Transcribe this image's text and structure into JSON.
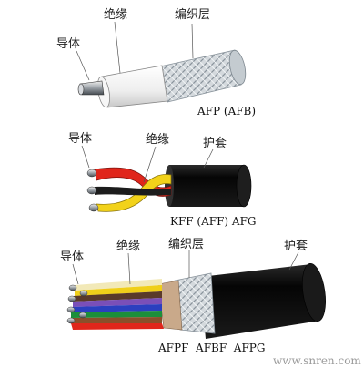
{
  "diagram_1": {
    "labels": {
      "conductor": "导体",
      "insulation": "绝缘",
      "braid": "编织层"
    },
    "model": "AFP (AFB)"
  },
  "diagram_2": {
    "labels": {
      "conductor": "导体",
      "insulation": "绝缘",
      "jacket": "护套"
    },
    "model": "KFF (AFF) AFG"
  },
  "diagram_3": {
    "labels": {
      "conductor": "导体",
      "insulation": "绝缘",
      "braid": "编织层",
      "jacket": "护套"
    },
    "model": "AFPF  AFBF  AFPG"
  },
  "watermark": "www.snren.com",
  "colors": {
    "jacket": "#111111",
    "red_insulation": "#e0261b",
    "yellow_insulation": "#f2d21a",
    "braid": "#c9cfd4",
    "insulation_white": "#f4f4f4"
  }
}
